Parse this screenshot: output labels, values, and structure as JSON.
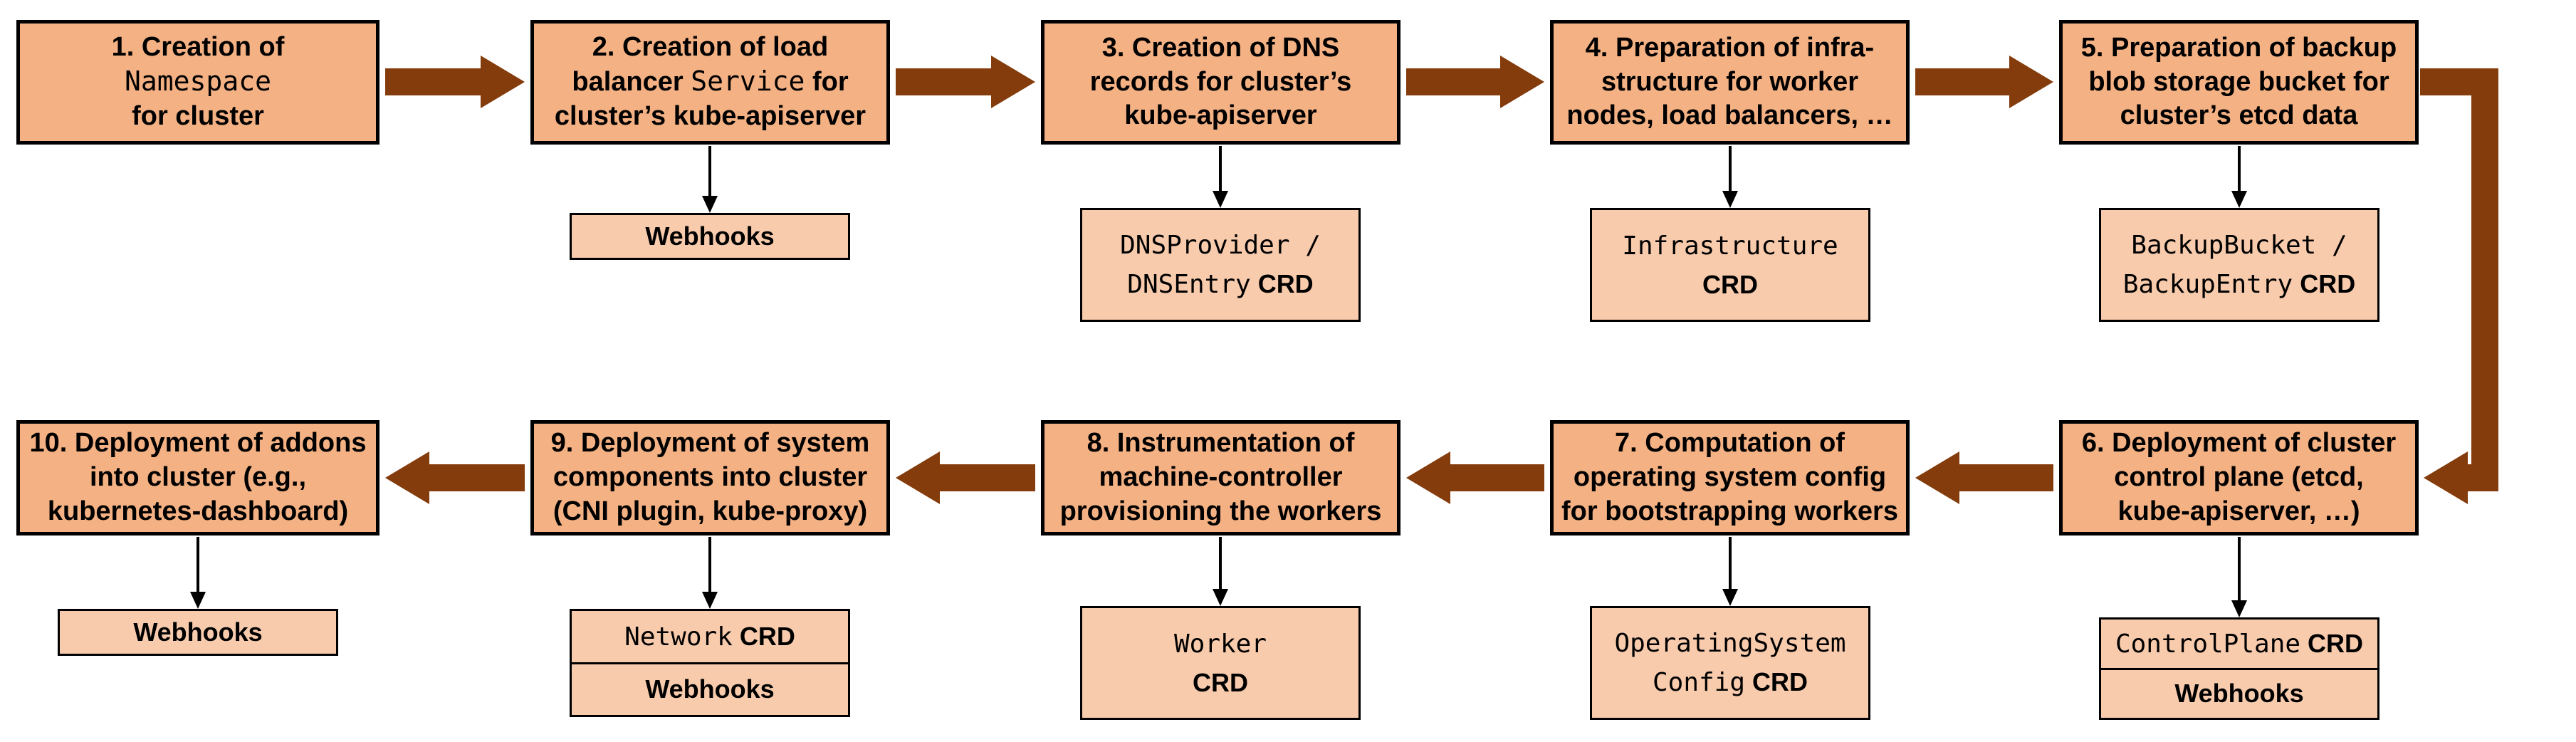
{
  "diagram": {
    "description": "Cluster creation flow with CRDs and webhooks",
    "colors": {
      "step_fill": "#F4B183",
      "sub_fill": "#F8CBAD",
      "arrow": "#843C0C",
      "border": "#000000"
    },
    "steps": [
      {
        "label": [
          {
            "t": "1. Creation of\n"
          },
          {
            "t": "Namespace",
            "c": true
          },
          {
            "t": "\nfor cluster"
          }
        ]
      },
      {
        "label": [
          {
            "t": "2. Creation of load\nbalancer "
          },
          {
            "t": "Service",
            "c": true
          },
          {
            "t": " for\ncluster’s kube-apiserver"
          }
        ]
      },
      {
        "label": [
          {
            "t": "3. Creation of DNS\nrecords for cluster’s\nkube-apiserver"
          }
        ]
      },
      {
        "label": [
          {
            "t": "4. Preparation of infra-\nstructure for worker\nnodes, load balancers, …"
          }
        ]
      },
      {
        "label": [
          {
            "t": "5. Preparation of backup\nblob storage bucket for\ncluster’s etcd data"
          }
        ]
      },
      {
        "label": [
          {
            "t": "6. Deployment of cluster\ncontrol plane (etcd,\nkube-apiserver, …)"
          }
        ]
      },
      {
        "label": [
          {
            "t": "7. Computation of\noperating system config\nfor bootstrapping workers"
          }
        ]
      },
      {
        "label": [
          {
            "t": "8. Instrumentation of\nmachine-controller\nprovisioning the workers"
          }
        ]
      },
      {
        "label": [
          {
            "t": "9. Deployment of system\ncomponents into cluster\n(CNI plugin, kube-proxy)"
          }
        ]
      },
      {
        "label": [
          {
            "t": "10. Deployment of addons\ninto cluster (e.g.,\nkubernetes-dashboard)"
          }
        ]
      }
    ],
    "sub_boxes": {
      "service_webhooks": {
        "label": [
          {
            "t": "Webhooks"
          }
        ]
      },
      "dns_crd": {
        "label": [
          {
            "t": "DNSProvider /\nDNSEntry",
            "c": true
          },
          {
            "t": " CRD"
          }
        ]
      },
      "infrastructure_crd": {
        "label": [
          {
            "t": "Infrastructure",
            "c": true
          },
          {
            "t": "\nCRD"
          }
        ]
      },
      "backup_crd": {
        "label": [
          {
            "t": "BackupBucket /\nBackupEntry",
            "c": true
          },
          {
            "t": " CRD"
          }
        ]
      },
      "controlplane_crd": {
        "label": [
          {
            "t": "ControlPlane",
            "c": true
          },
          {
            "t": " CRD"
          }
        ]
      },
      "controlplane_webhooks": {
        "label": [
          {
            "t": "Webhooks"
          }
        ]
      },
      "osc_crd": {
        "label": [
          {
            "t": "OperatingSystem\nConfig",
            "c": true
          },
          {
            "t": " CRD"
          }
        ]
      },
      "worker_crd": {
        "label": [
          {
            "t": "Worker",
            "c": true
          },
          {
            "t": "\nCRD"
          }
        ]
      },
      "network_crd": {
        "label": [
          {
            "t": "Network",
            "c": true
          },
          {
            "t": " CRD"
          }
        ]
      },
      "network_webhooks": {
        "label": [
          {
            "t": "Webhooks"
          }
        ]
      },
      "addons_webhooks": {
        "label": [
          {
            "t": "Webhooks"
          }
        ]
      }
    }
  }
}
